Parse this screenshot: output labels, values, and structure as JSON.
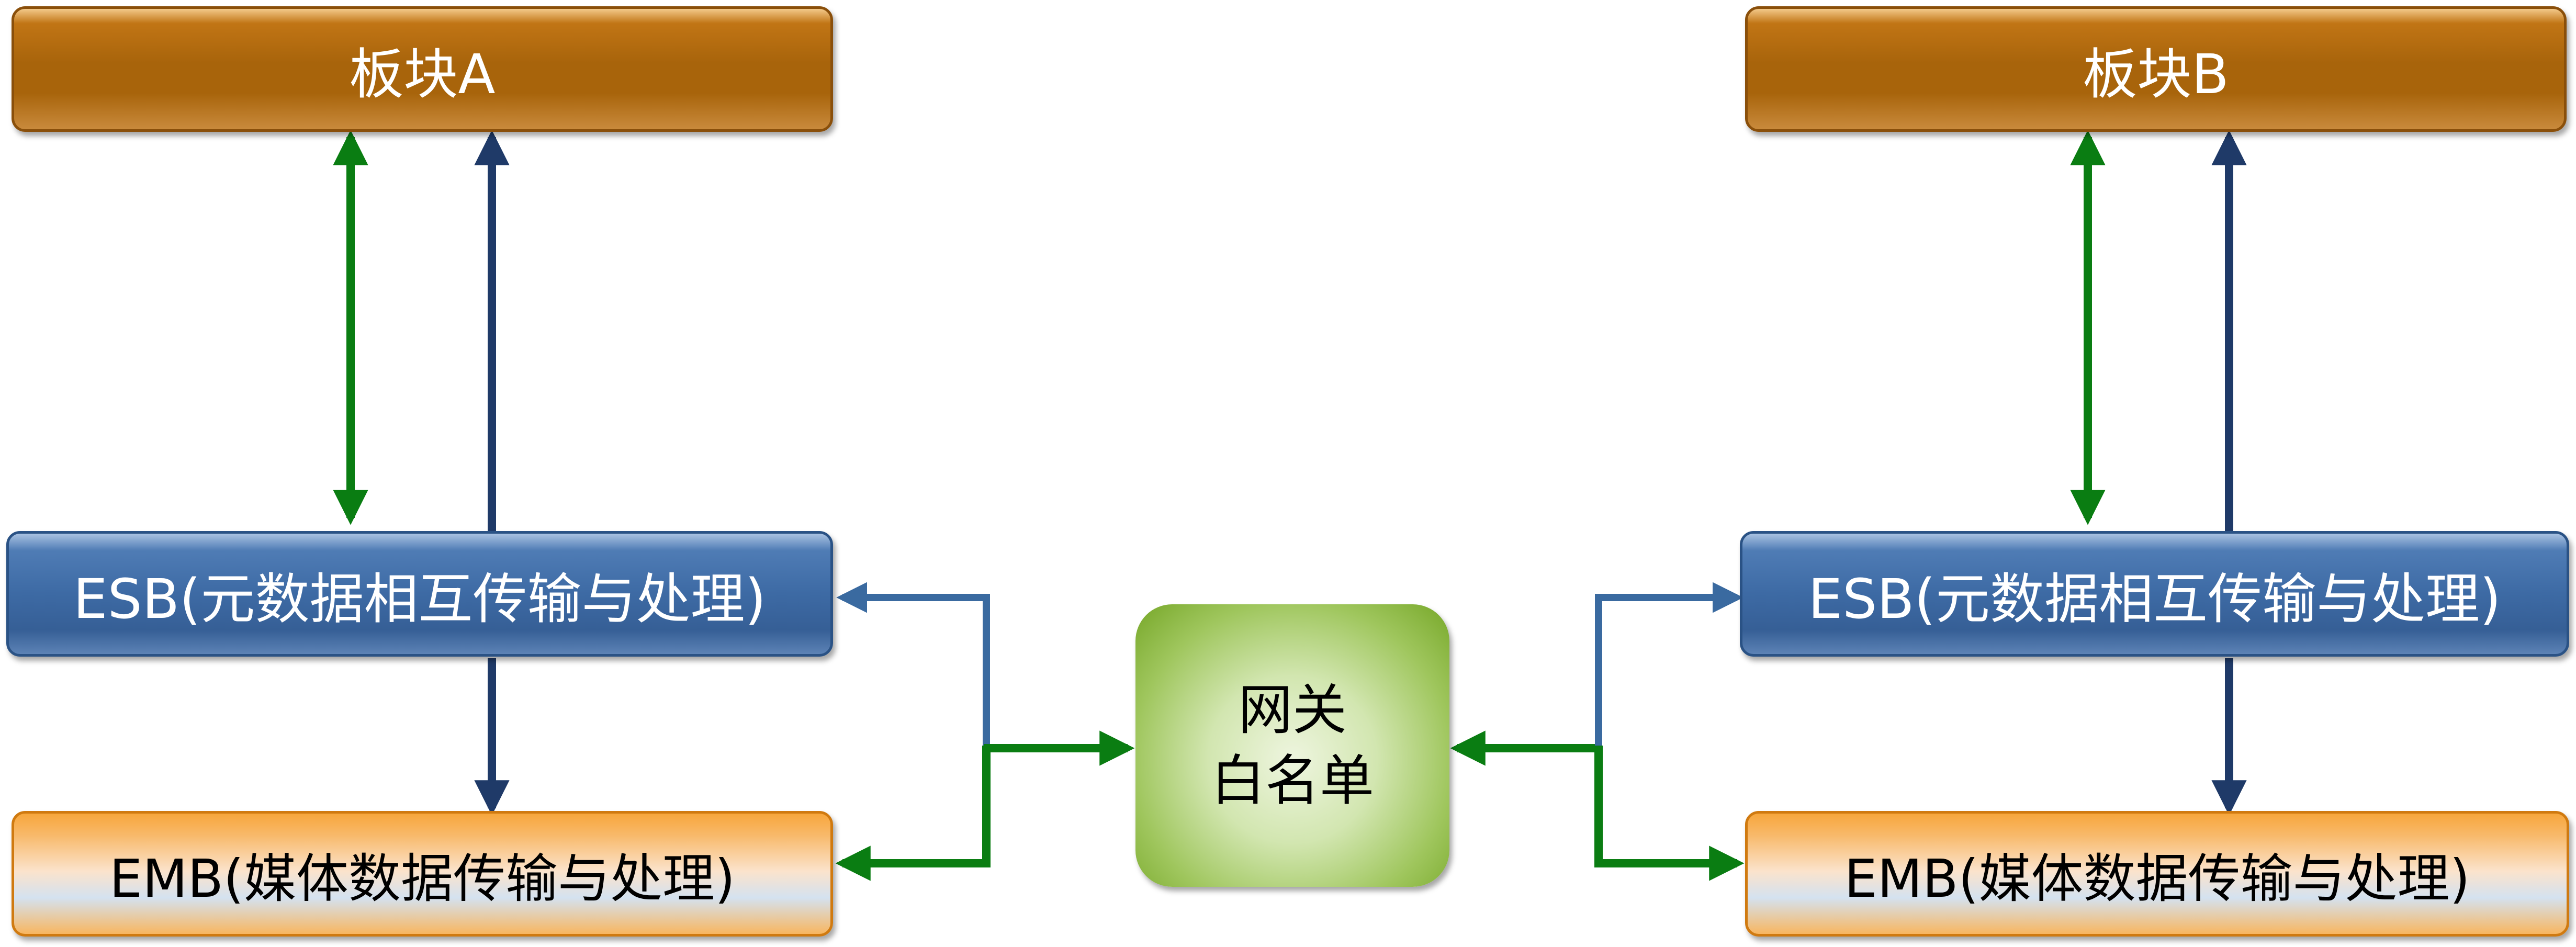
{
  "boards": {
    "a_label": "板块A",
    "b_label": "板块B"
  },
  "esb": {
    "label": "ESB(元数据相互传输与处理)"
  },
  "emb": {
    "label": "EMB(媒体数据传输与处理)"
  },
  "gateway": {
    "line1": "网关",
    "line2": "白名单"
  },
  "colors": {
    "board": "#a8640b",
    "esb": "#3d6aa4",
    "emb": "#f7a63c",
    "gateway": "#8fbc45",
    "arrow_green": "#0a7d12",
    "arrow_navy": "#1f3a68",
    "arrow_steel": "#3a6aa0"
  }
}
